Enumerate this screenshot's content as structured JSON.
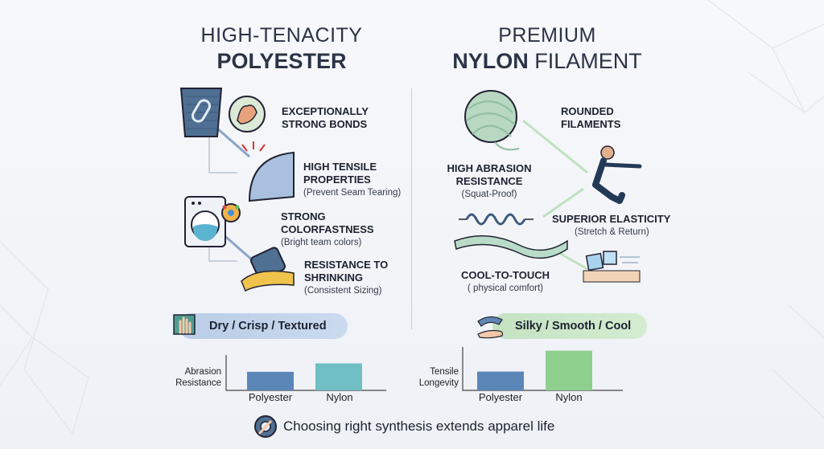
{
  "left": {
    "title_line1": "HIGH-TENACITY",
    "title_line2_bold": "POLYESTER",
    "features": [
      {
        "title": "EXCEPTIONALLY\nSTRONG BONDS",
        "sub": ""
      },
      {
        "title": "HIGH TENSILE\nPROPERTIES",
        "sub": "(Prevent Seam Tearing)"
      },
      {
        "title": "STRONG\nCOLORFASTNESS",
        "sub": "(Bright team colors)"
      },
      {
        "title": "RESISTANCE TO\nSHRINKING",
        "sub": "(Consistent Sizing)"
      }
    ],
    "pill": "Dry / Crisp / Textured"
  },
  "right": {
    "title_line1": "PREMIUM",
    "title_line2_bold": "NYLON",
    "title_line2_rest": " FILAMENT",
    "features": [
      {
        "title": "ROUNDED\nFILAMENTS",
        "sub": ""
      },
      {
        "title": "HIGH ABRASION\nRESISTANCE",
        "sub": "(Squat-Proof)"
      },
      {
        "title": "SUPERIOR ELASTICITY",
        "sub": "(Stretch & Return)"
      },
      {
        "title": "COOL-TO-TOUCH",
        "sub": "( physical comfort)"
      }
    ],
    "pill": "Silky / Smooth / Cool"
  },
  "chart_data": [
    {
      "type": "bar",
      "ylabel": "Abrasion\nResistance",
      "categories": [
        "Polyester",
        "Nylon"
      ],
      "values": [
        55,
        80
      ],
      "colors": [
        "#5b86b8",
        "#6fbfc4"
      ],
      "ylim": [
        0,
        100
      ]
    },
    {
      "type": "bar",
      "ylabel": "Tensile\nLongevity",
      "categories": [
        "Polyester",
        "Nylon"
      ],
      "values": [
        45,
        95
      ],
      "colors": [
        "#5b86b8",
        "#8ecf8e"
      ],
      "ylim": [
        0,
        100
      ]
    }
  ],
  "footer": "Choosing right synthesis extends apparel life",
  "colors": {
    "blue_accent": "#5b86b8",
    "green_accent": "#8ecf8e",
    "teal_accent": "#6fbfc4"
  }
}
